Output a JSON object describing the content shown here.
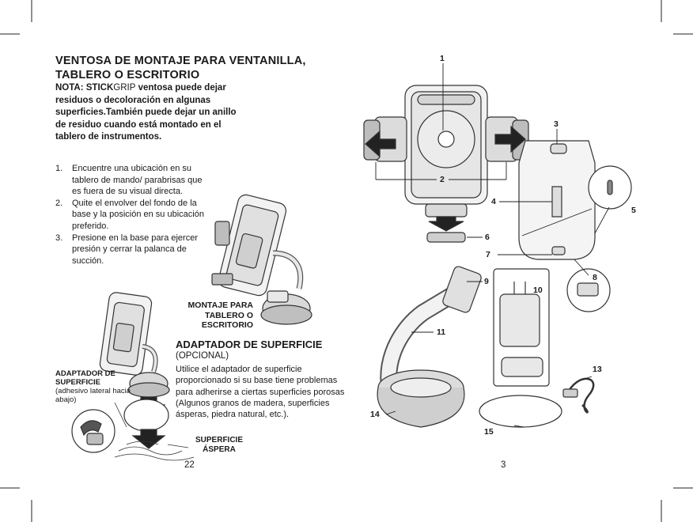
{
  "left_page": {
    "title": "VENTOSA DE MONTAJE PARA VENTANILLA, TABLERO O ESCRITORIO",
    "note_label": "NOTA: STICK",
    "note_brand_rest": "GRIP",
    "note_text": " ventosa puede dejar residuos o decoloración en algunas superficies.También puede dejar un anillo de residuo cuando está montado en el tablero de instrumentos.",
    "steps": [
      {
        "num": "1.",
        "text": "Encuentre una ubicación en su tablero de mando/ parabrisas que es fuera de su visual directa."
      },
      {
        "num": "2.",
        "text": "Quite el envolver del fondo de la base y la posición en su ubicación preferido."
      },
      {
        "num": "3.",
        "text": "Presione en la base para ejercer presión y cerrar la palanca de succión."
      }
    ],
    "mount_label": "MONTAJE PARA TABLERO O ESCRITORIO",
    "adapter_label": "ADAPTADOR DE SUPERFICIE",
    "adapter_label_sub": "(adhesivo lateral hacia abajo)",
    "surface_label": "SUPERFICIE ÁSPERA",
    "adapter_title": "ADAPTADOR DE SUPERFICIE",
    "adapter_optional": "(OPCIONAL)",
    "adapter_body": "Utilice el adaptador de superficie proporcionado si su base tiene problemas para adherirse a ciertas superficies porosas (Algunos granos de madera, superficies ásperas, piedra natural, etc.).",
    "page_number": "22"
  },
  "right_page": {
    "callouts": [
      "1",
      "2",
      "3",
      "4",
      "5",
      "6",
      "7",
      "8",
      "9",
      "10",
      "11",
      "13",
      "14",
      "15"
    ],
    "page_number": "3"
  },
  "colors": {
    "ink": "#1a1a1a",
    "line": "#333333",
    "fill_light": "#f2f2f2",
    "fill_mid": "#d9d9d9",
    "fill_dark": "#8a8a8a"
  }
}
